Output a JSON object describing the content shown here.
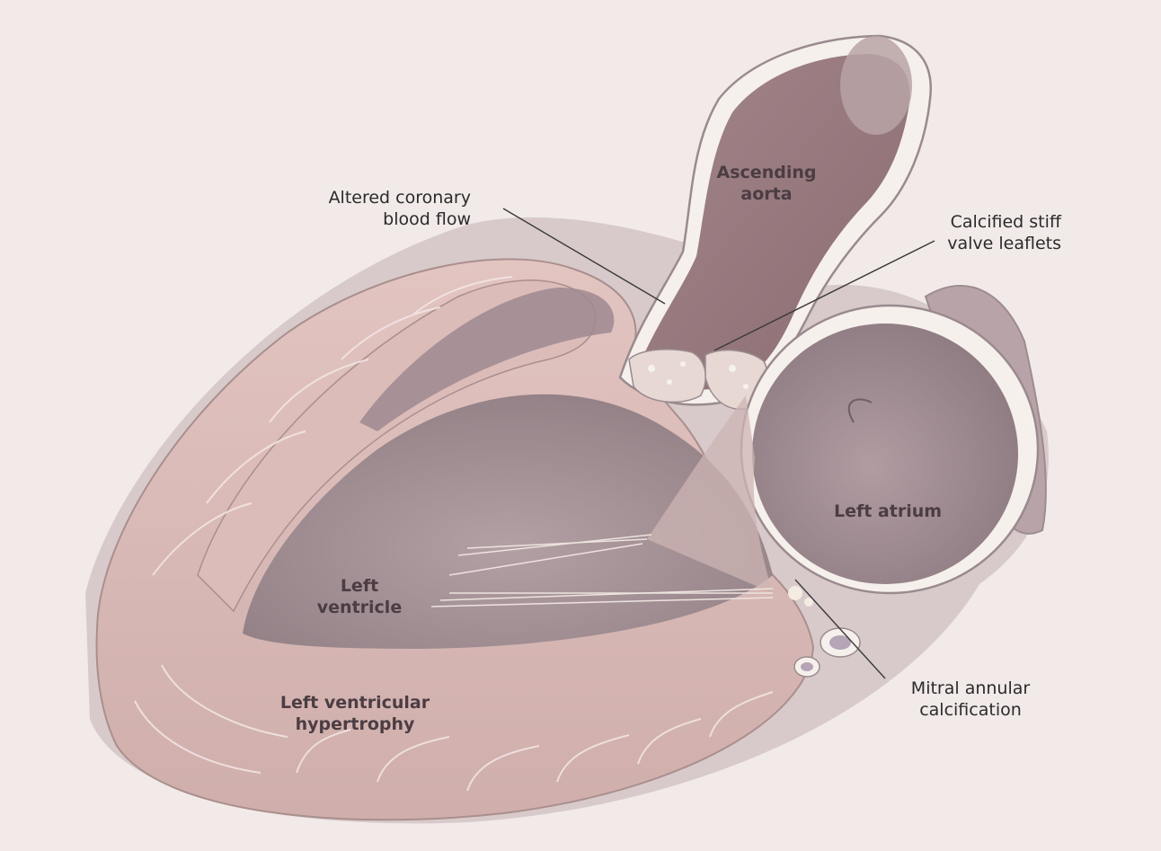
{
  "labels": {
    "altered_coronary": [
      "Altered coronary",
      "blood flow"
    ],
    "ascending_aorta": [
      "Ascending",
      "aorta"
    ],
    "calcified_leaflets": [
      "Calcified stiff",
      "valve leaflets"
    ],
    "left_atrium": [
      "Left atrium"
    ],
    "left_ventricle": [
      "Left",
      "ventricle"
    ],
    "lv_hypertrophy": [
      "Left ventricular",
      "hypertrophy"
    ],
    "mitral_calcification": [
      "Mitral annular",
      "calcification"
    ]
  },
  "colors": {
    "background": "#f1eae9",
    "myocardium": "#dbb9b6",
    "myocardium_shadow": "#c9a6a3",
    "chamber": "#a8959a",
    "chamber_dark": "#8c7a80",
    "aorta_inner": "#9c7f82",
    "calcium": "#f3ede4",
    "leader": "#3a3a3a"
  }
}
